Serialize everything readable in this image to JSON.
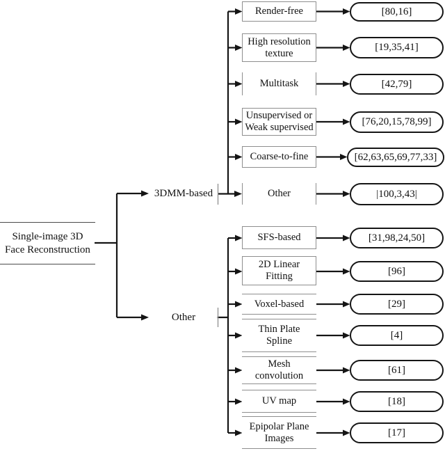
{
  "figure": {
    "title": "Single-image 3D Face Reconstruction taxonomy tree",
    "root": {
      "label": "Single-image 3D Face Reconstruction",
      "lines": [
        "Single-image 3D",
        "Face Reconstruction"
      ]
    },
    "branches": [
      {
        "label": "3DMM-based",
        "children": [
          {
            "label": "Render-free",
            "lines": [
              "Render-free"
            ],
            "refs": "[80,16]"
          },
          {
            "label": "High resolution texture",
            "lines": [
              "High resolution",
              "texture"
            ],
            "refs": "[19,35,41]"
          },
          {
            "label": "Multitask",
            "lines": [
              "Multitask"
            ],
            "refs": "[42,79]"
          },
          {
            "label": "Unsupervised or Weak supervised",
            "lines": [
              "Unsupervised or",
              "Weak supervised"
            ],
            "refs": "[76,20,15,78,99]"
          },
          {
            "label": "Coarse-to-fine",
            "lines": [
              "Coarse-to-fine"
            ],
            "refs": "[62,63,65,69,77,33]"
          },
          {
            "label": "Other",
            "lines": [
              "Other"
            ],
            "refs": "|100,3,43|"
          }
        ]
      },
      {
        "label": "Other",
        "children": [
          {
            "label": "SFS-based",
            "lines": [
              "SFS-based"
            ],
            "refs": "[31,98,24,50]"
          },
          {
            "label": "2D Linear Fitting",
            "lines": [
              "2D Linear",
              "Fitting"
            ],
            "refs": "[96]"
          },
          {
            "label": "Voxel-based",
            "lines": [
              "Voxel-based"
            ],
            "refs": "[29]"
          },
          {
            "label": "Thin Plate Spline",
            "lines": [
              "Thin Plate",
              "Spline"
            ],
            "refs": "[4]"
          },
          {
            "label": "Mesh convolution",
            "lines": [
              "Mesh",
              "convolution"
            ],
            "refs": "[61]"
          },
          {
            "label": "UV map",
            "lines": [
              "UV map"
            ],
            "refs": "[18]"
          },
          {
            "label": "Epipolar Plane Images",
            "lines": [
              "Epipolar Plane",
              "Images"
            ],
            "refs": "[17]"
          }
        ]
      }
    ],
    "colors": {
      "background": "#ffffff",
      "connector_line": "#151515",
      "category_box_border": "#8e8e8e",
      "refs_pill_border": "#151515",
      "text": "#111111"
    }
  }
}
